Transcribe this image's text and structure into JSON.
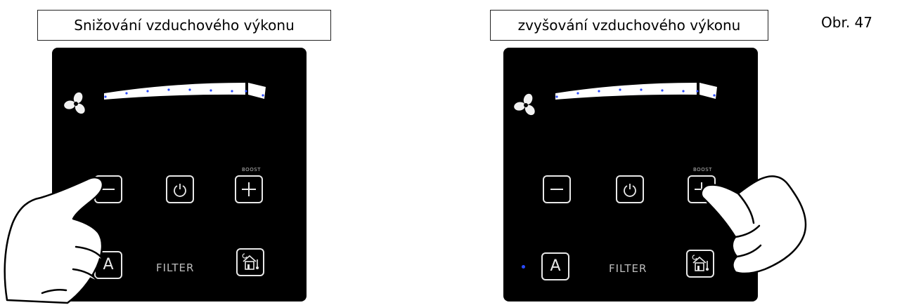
{
  "captions": {
    "left": "Snižování vzduchového výkonu",
    "right": "zvyšování vzduchového výkonu"
  },
  "figure_label": "Obr. 47",
  "panel": {
    "boost_label": "BOOST",
    "filter_label": "FILTER",
    "auto_button_label": "A",
    "icons": {
      "fan": "fan-icon",
      "minus": "minus-icon",
      "power": "power-icon",
      "plus": "plus-icon",
      "home_sensor": "home-thermometer-icon"
    }
  },
  "colors": {
    "panel_background": "#000000",
    "button_outline": "#e8e8e8",
    "indicator_led": "#2a4bff"
  }
}
